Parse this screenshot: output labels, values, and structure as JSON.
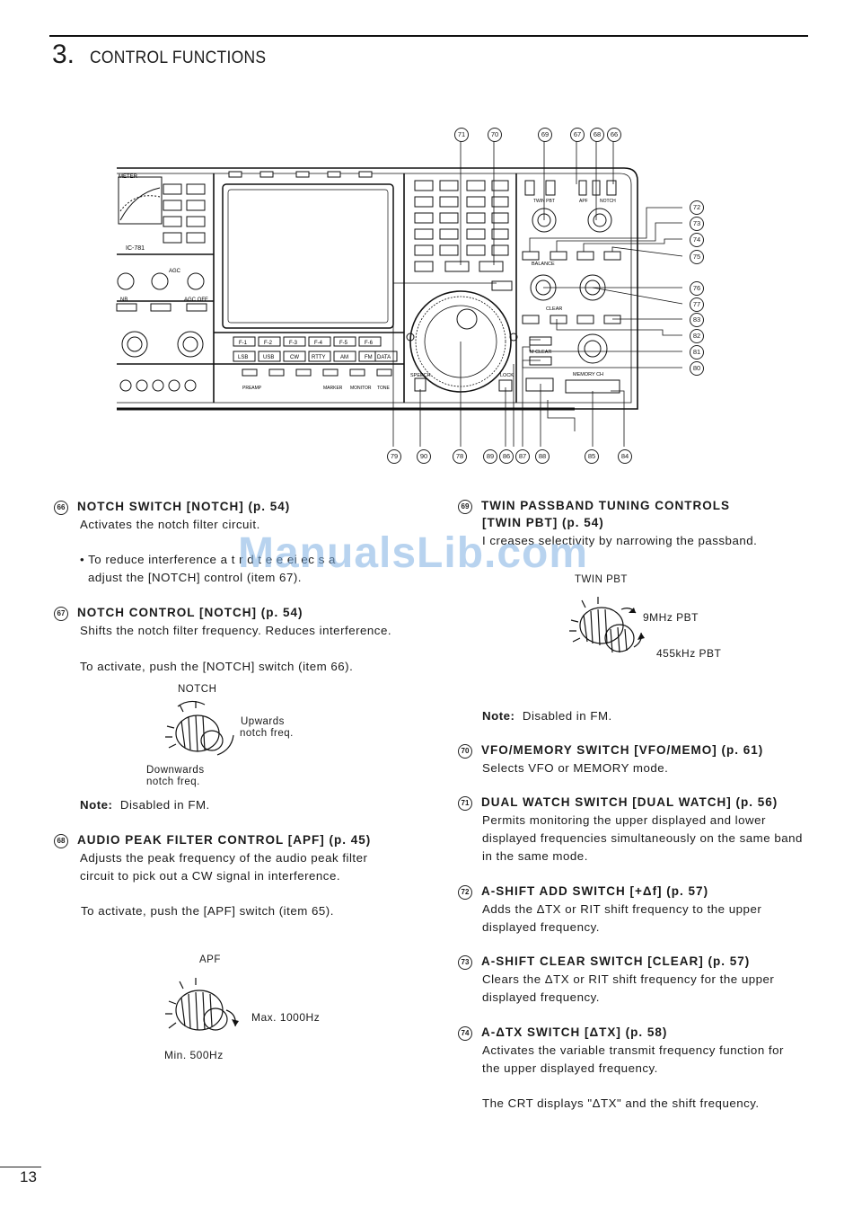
{
  "section": {
    "number": "3.",
    "title": "CONTROL FUNCTIONS"
  },
  "watermark": "ManualsLib.com",
  "page_number": "13",
  "panel": {
    "labels": {
      "meter": "METER",
      "model": "IC-781",
      "f1": "F-1",
      "f2": "F-2",
      "f3": "F-3",
      "f4": "F-4",
      "f5": "F-5",
      "f6": "F-6",
      "lsb": "LSB",
      "usb": "USB",
      "cw": "CW",
      "rtty": "RTTY",
      "am": "AM",
      "fm": "FM",
      "data": "DATA",
      "balance": "BALANCE",
      "clear": "CLEAR",
      "mclear": "M CLEAR",
      "memory_ch": "MEMORY CH",
      "twin_pbt": "TWIN PBT",
      "apf": "APF",
      "notch": "NOTCH",
      "speech": "SPEECH",
      "lock": "LOCK",
      "preamp": "PREAMP",
      "monitor": "MONITOR",
      "tone": "TONE",
      "marker": "MARKER",
      "nb": "NB",
      "agc": "AGC",
      "agc_off": "AGC OFF"
    },
    "callouts_top": [
      "71",
      "70",
      "69",
      "67",
      "68",
      "66"
    ],
    "callouts_right": [
      "72",
      "73",
      "74",
      "75",
      "76",
      "77",
      "83",
      "82",
      "81",
      "80"
    ],
    "callouts_bottom": [
      "79",
      "90",
      "78",
      "89",
      "86",
      "87",
      "88",
      "85",
      "84"
    ]
  },
  "items": {
    "i66": {
      "num": "66",
      "title": "NOTCH SWITCH [NOTCH] (p. 54)",
      "text": "Activates the notch filter circuit.",
      "bullet_1": "• To  reduce  interference  a  t  r  d  t  e  e  ei  ec  s  a",
      "bullet_2": "adjust the [NOTCH] control (item 67)."
    },
    "i67": {
      "num": "67",
      "title": "NOTCH CONTROL [NOTCH] (p. 54)",
      "text": "Shifts the notch filter frequency.  Reduces interference.",
      "activate": "To activate, push the [NOTCH] switch (item 66).",
      "fig_title": "NOTCH",
      "fig_up_1": "Upwards",
      "fig_up_2": "notch freq.",
      "fig_down_1": "Downwards",
      "fig_down_2": "notch freq.",
      "note_label": "Note:",
      "note_text": "Disabled in FM."
    },
    "i68": {
      "num": "68",
      "title": "AUDIO PEAK FILTER CONTROL [APF] (p. 45)",
      "text_1": "Adjusts  the  peak  frequency  of  the  audio  peak  filter",
      "text_2": "circuit to pick out a CW signal in interference.",
      "activate": "To activate, push the [APF] switch (item 65).",
      "fig_title": "APF",
      "fig_max": "Max. 1000Hz",
      "fig_min": "Min. 500Hz"
    },
    "i69": {
      "num": "69",
      "title_1": "TWIN PASSBAND TUNING CONTROLS",
      "title_2": "[TWIN PBT] (p. 54)",
      "text": "I creases selectivity by narrowing the passband.",
      "fig_title": "TWIN PBT",
      "fig_9mhz": "9MHz PBT",
      "fig_455": "455kHz PBT",
      "note_label": "Note:",
      "note_text": "Disabled in FM."
    },
    "i70": {
      "num": "70",
      "title": "VFO/MEMORY SWITCH [VFO/MEMO] (p. 61)",
      "text": "Selects VFO or MEMORY mode."
    },
    "i71": {
      "num": "71",
      "title": "DUAL WATCH SWITCH [DUAL WATCH] (p. 56)",
      "text_1": "Permits  monitoring  the  upper  displayed  and  lower",
      "text_2": "displayed frequencies simultaneously on the same band",
      "text_3": "in the same mode."
    },
    "i72": {
      "num": "72",
      "title": "A-SHIFT ADD SWITCH [+Δf] (p. 57)",
      "text_1": "Adds  the  ΔTX  or  RIT  shift  frequency  to  the  upper",
      "text_2": "displayed frequency."
    },
    "i73": {
      "num": "73",
      "title": "A-SHIFT CLEAR SWITCH [CLEAR] (p. 57)",
      "text_1": "Clears  the  ΔTX  or  RIT  shift  frequency  for  the  upper",
      "text_2": "displayed frequency."
    },
    "i74": {
      "num": "74",
      "title": "A-ΔTX SWITCH [ΔTX] (p. 58)",
      "text_1": "Activates  the  variable  transmit  frequency  function  for",
      "text_2": "the upper displayed frequency.",
      "crt": "The CRT displays \"ΔTX\" and the shift frequency."
    }
  }
}
